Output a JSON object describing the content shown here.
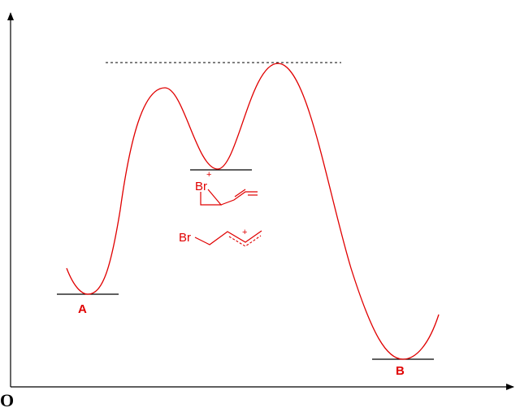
{
  "diagram": {
    "state_labels": {
      "start": "A",
      "end": "B"
    },
    "intermediate_labels": {
      "bromonium_br": "Br",
      "bromonium_charge": "+",
      "allyl_br": "Br",
      "allyl_charge": "+"
    },
    "origin_label": "O",
    "colors": {
      "curve": "#e00000",
      "labels": "#e00000",
      "axes": "#000000",
      "reference_lines": "#000000"
    }
  }
}
